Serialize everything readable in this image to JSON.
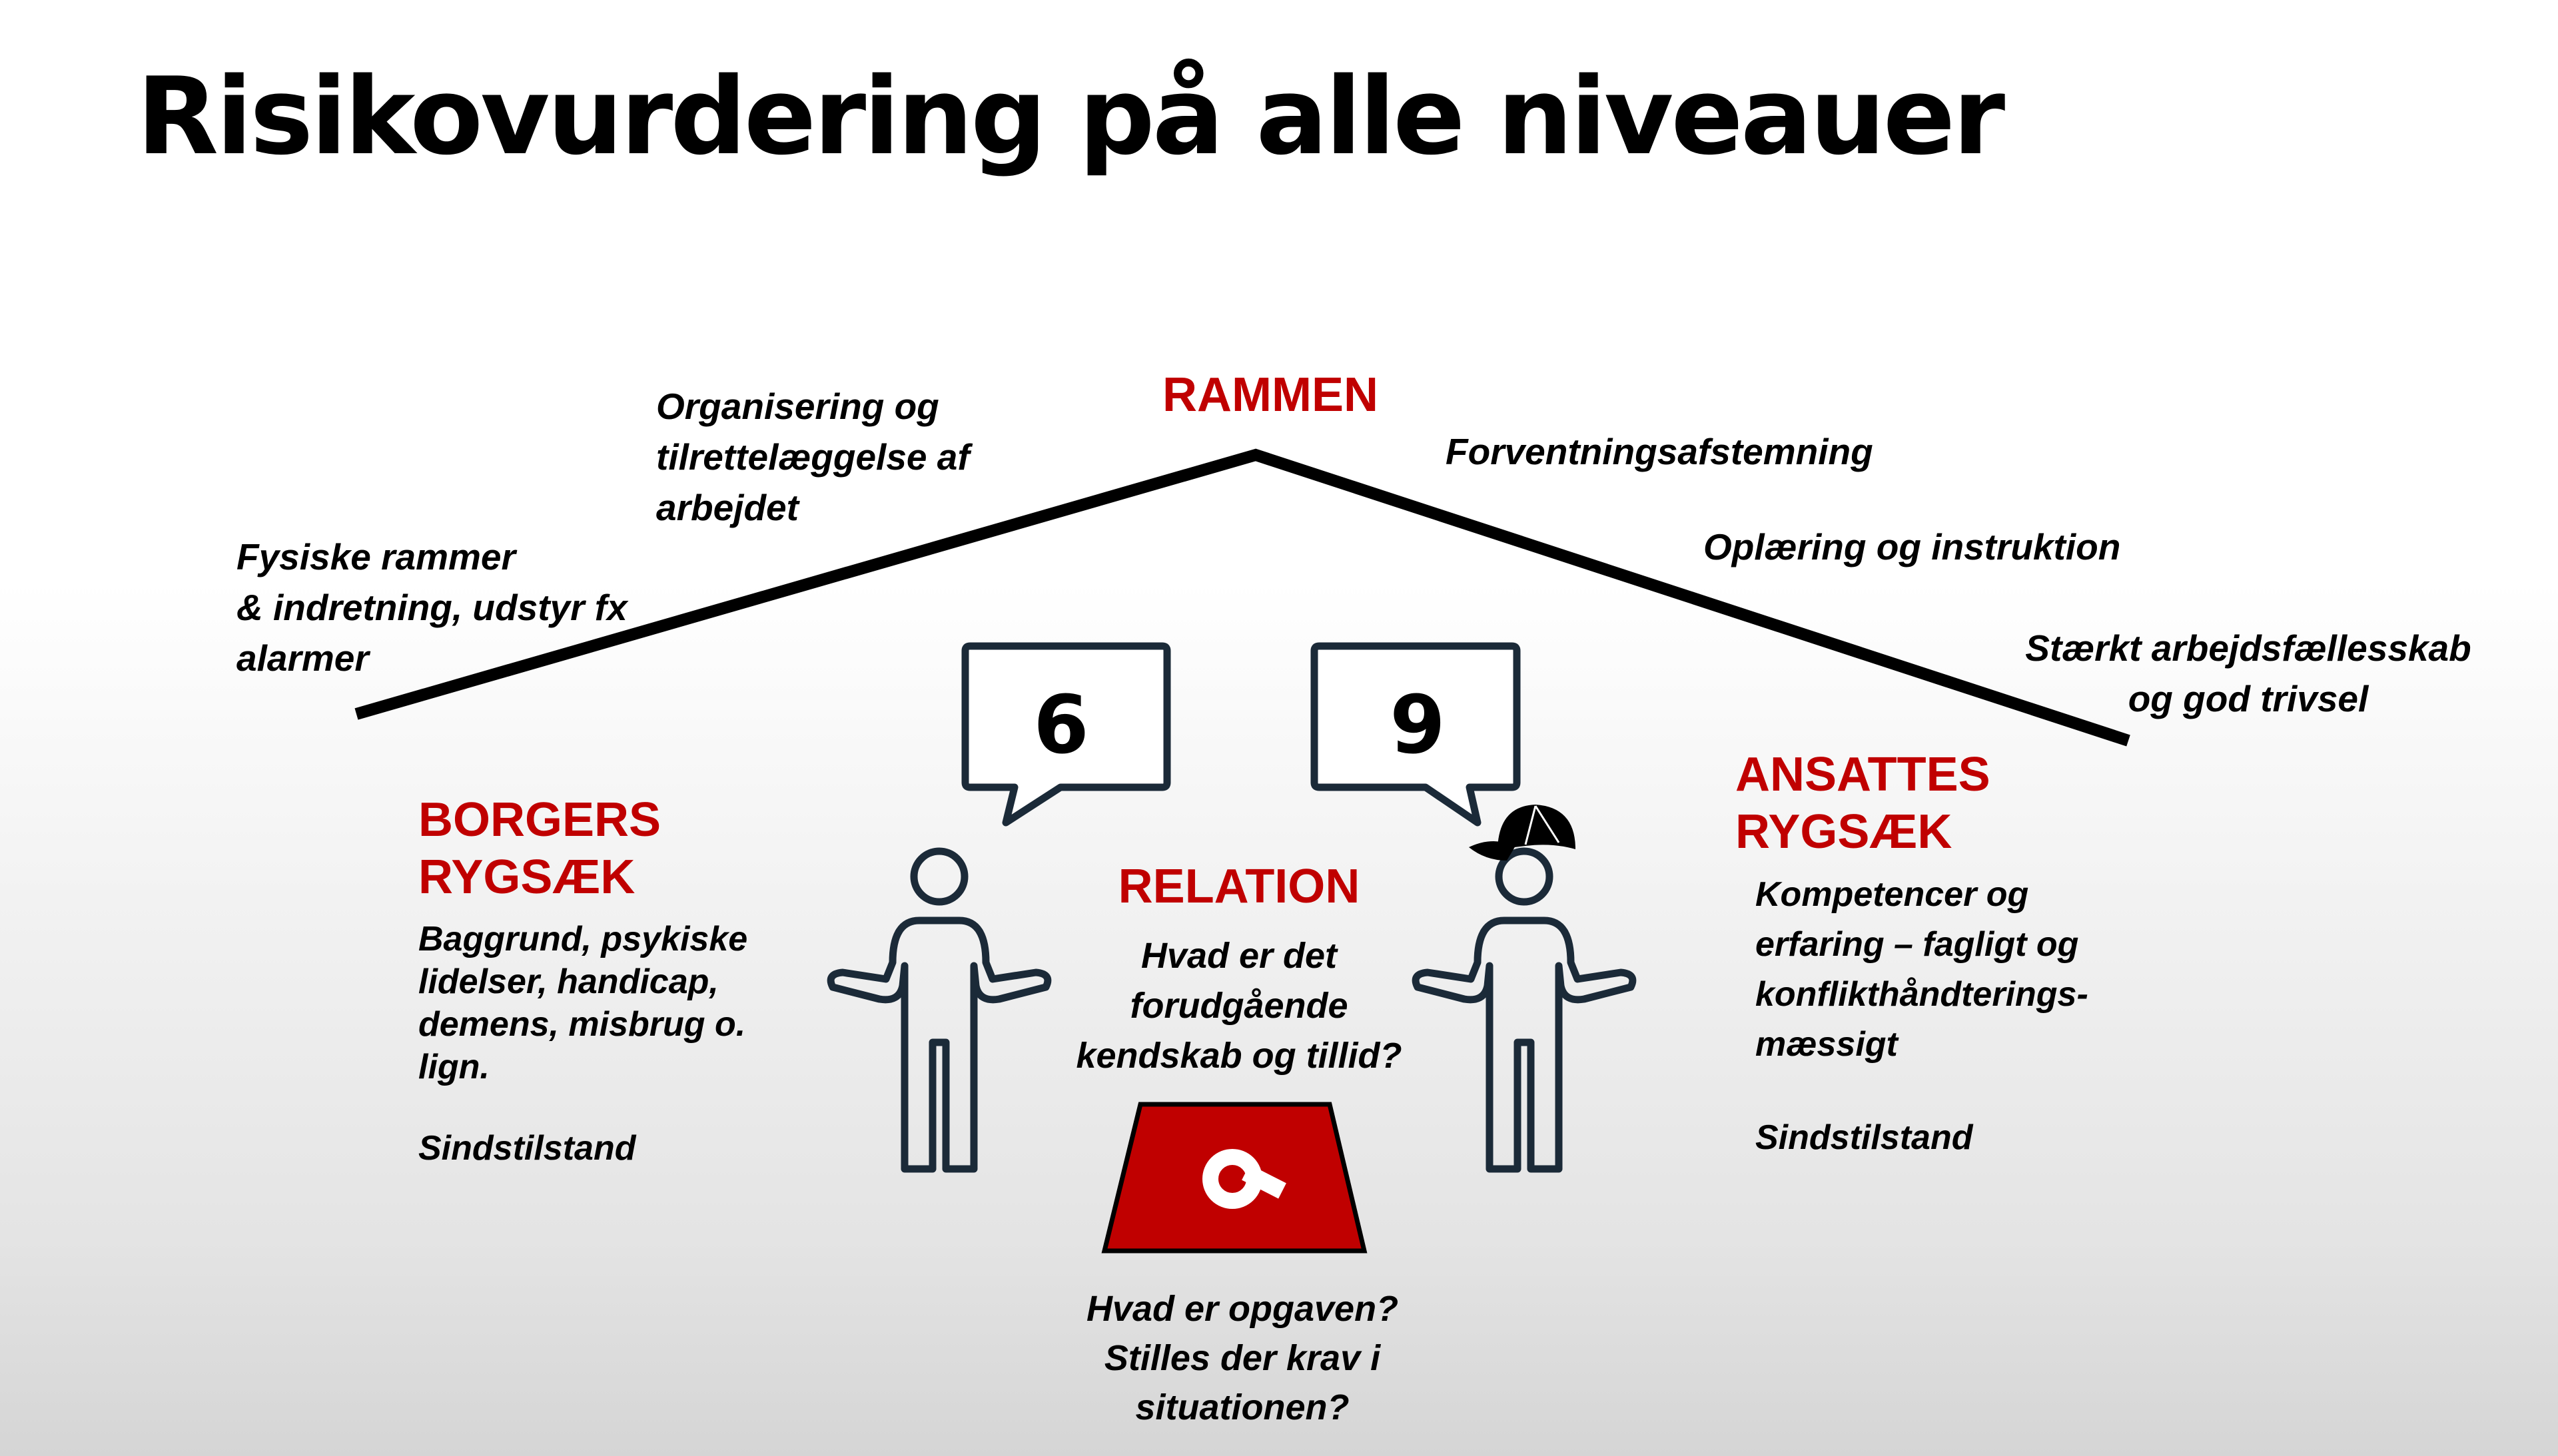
{
  "slide": {
    "title": "Risikovurdering på alle niveauer"
  },
  "roof": {
    "label": "RAMMEN",
    "items": [
      {
        "lines": [
          "Fysiske rammer",
          "& indretning, udstyr fx",
          "alarmer"
        ]
      },
      {
        "lines": [
          "Organisering og",
          "tilrettelæggelse af",
          "arbejdet"
        ]
      },
      {
        "lines": [
          "Forventningsafstemning"
        ]
      },
      {
        "lines": [
          "Oplæring og instruktion"
        ]
      },
      {
        "lines": [
          "Stærkt arbejdsfællesskab",
          "og god trivsel"
        ]
      }
    ]
  },
  "borger": {
    "heading": [
      "BORGERS",
      "RYGSÆK"
    ],
    "body": [
      "Baggrund, psykiske",
      "lidelser, handicap,",
      "demens, misbrug o.",
      "lign."
    ],
    "state": "Sindstilstand",
    "bubble_value": "6"
  },
  "ansat": {
    "heading": [
      "ANSATTES",
      "RYGSÆK"
    ],
    "body": [
      "Kompetencer og",
      "erfaring – fagligt og",
      "konflikthåndterings-",
      "mæssigt"
    ],
    "state": "Sindstilstand",
    "bubble_value": "9"
  },
  "relation": {
    "heading": "RELATION",
    "question": [
      "Hvad er det",
      "forudgående",
      "kendskab og tillid?"
    ]
  },
  "task": {
    "symbol": "6/9 number on floor (perspective)",
    "question": [
      "Hvad er opgaven?",
      "Stilles der krav i",
      "situationen?"
    ]
  },
  "colors": {
    "accent_red": "#c00000",
    "figure_stroke": "#1b2a38",
    "roof_line": "#000000"
  }
}
